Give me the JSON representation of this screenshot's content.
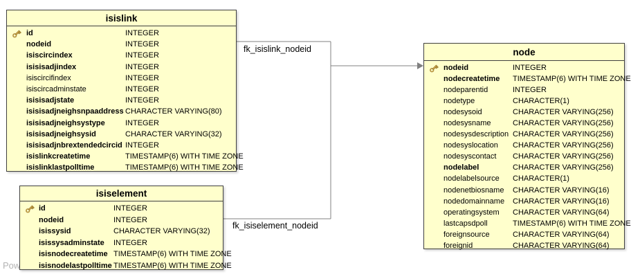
{
  "watermark": "Pow",
  "relationships": [
    {
      "label": "fk_isislink_nodeid",
      "from_table": "isislink",
      "from_field": "nodeid",
      "to_table": "node",
      "to_field": "nodeid"
    },
    {
      "label": "fk_isiselement_nodeid",
      "from_table": "isiselement",
      "from_field": "nodeid",
      "to_table": "node",
      "to_field": "nodeid"
    }
  ],
  "tables": [
    {
      "id": "isislink",
      "title": "isislink",
      "fields": [
        {
          "name": "id",
          "type": "INTEGER",
          "bold": true,
          "key": true
        },
        {
          "name": "nodeid",
          "type": "INTEGER",
          "bold": true,
          "key": false
        },
        {
          "name": "isiscircindex",
          "type": "INTEGER",
          "bold": true,
          "key": false
        },
        {
          "name": "isisisadjindex",
          "type": "INTEGER",
          "bold": true,
          "key": false
        },
        {
          "name": "isiscircifindex",
          "type": "INTEGER",
          "bold": false,
          "key": false
        },
        {
          "name": "isiscircadminstate",
          "type": "INTEGER",
          "bold": false,
          "key": false
        },
        {
          "name": "isisisadjstate",
          "type": "INTEGER",
          "bold": true,
          "key": false
        },
        {
          "name": "isisisadjneighsnpaaddress",
          "type": "CHARACTER VARYING(80)",
          "bold": true,
          "key": false
        },
        {
          "name": "isisisadjneighsystype",
          "type": "INTEGER",
          "bold": true,
          "key": false
        },
        {
          "name": "isisisadjneighsysid",
          "type": "CHARACTER VARYING(32)",
          "bold": true,
          "key": false
        },
        {
          "name": "isisisadjnbrextendedcircid",
          "type": "INTEGER",
          "bold": true,
          "key": false
        },
        {
          "name": "isislinkcreatetime",
          "type": "TIMESTAMP(6) WITH TIME ZONE",
          "bold": true,
          "key": false
        },
        {
          "name": "isislinklastpolltime",
          "type": "TIMESTAMP(6) WITH TIME ZONE",
          "bold": true,
          "key": false
        }
      ]
    },
    {
      "id": "isiselement",
      "title": "isiselement",
      "fields": [
        {
          "name": "id",
          "type": "INTEGER",
          "bold": true,
          "key": true
        },
        {
          "name": "nodeid",
          "type": "INTEGER",
          "bold": true,
          "key": false
        },
        {
          "name": "isissysid",
          "type": "CHARACTER VARYING(32)",
          "bold": true,
          "key": false
        },
        {
          "name": "isissysadminstate",
          "type": "INTEGER",
          "bold": true,
          "key": false
        },
        {
          "name": "isisnodecreatetime",
          "type": "TIMESTAMP(6) WITH TIME ZONE",
          "bold": true,
          "key": false
        },
        {
          "name": "isisnodelastpolltime",
          "type": "TIMESTAMP(6) WITH TIME ZONE",
          "bold": true,
          "key": false
        }
      ]
    },
    {
      "id": "node",
      "title": "node",
      "fields": [
        {
          "name": "nodeid",
          "type": "INTEGER",
          "bold": true,
          "key": true
        },
        {
          "name": "nodecreatetime",
          "type": "TIMESTAMP(6) WITH TIME ZONE",
          "bold": true,
          "key": false
        },
        {
          "name": "nodeparentid",
          "type": "INTEGER",
          "bold": false,
          "key": false
        },
        {
          "name": "nodetype",
          "type": "CHARACTER(1)",
          "bold": false,
          "key": false
        },
        {
          "name": "nodesysoid",
          "type": "CHARACTER VARYING(256)",
          "bold": false,
          "key": false
        },
        {
          "name": "nodesysname",
          "type": "CHARACTER VARYING(256)",
          "bold": false,
          "key": false
        },
        {
          "name": "nodesysdescription",
          "type": "CHARACTER VARYING(256)",
          "bold": false,
          "key": false
        },
        {
          "name": "nodesyslocation",
          "type": "CHARACTER VARYING(256)",
          "bold": false,
          "key": false
        },
        {
          "name": "nodesyscontact",
          "type": "CHARACTER VARYING(256)",
          "bold": false,
          "key": false
        },
        {
          "name": "nodelabel",
          "type": "CHARACTER VARYING(256)",
          "bold": true,
          "key": false
        },
        {
          "name": "nodelabelsource",
          "type": "CHARACTER(1)",
          "bold": false,
          "key": false
        },
        {
          "name": "nodenetbiosname",
          "type": "CHARACTER VARYING(16)",
          "bold": false,
          "key": false
        },
        {
          "name": "nodedomainname",
          "type": "CHARACTER VARYING(16)",
          "bold": false,
          "key": false
        },
        {
          "name": "operatingsystem",
          "type": "CHARACTER VARYING(64)",
          "bold": false,
          "key": false
        },
        {
          "name": "lastcapsdpoll",
          "type": "TIMESTAMP(6) WITH TIME ZONE",
          "bold": false,
          "key": false
        },
        {
          "name": "foreignsource",
          "type": "CHARACTER VARYING(64)",
          "bold": false,
          "key": false
        },
        {
          "name": "foreignid",
          "type": "CHARACTER VARYING(64)",
          "bold": false,
          "key": false
        }
      ]
    }
  ],
  "colors": {
    "table_fill": "#FFFFCC",
    "table_border": "#3F3F3F",
    "connector": "#808080",
    "key_icon_fill": "#D6A94F",
    "key_icon_stroke": "#8A6D1F",
    "watermark": "#B3B3B3"
  }
}
